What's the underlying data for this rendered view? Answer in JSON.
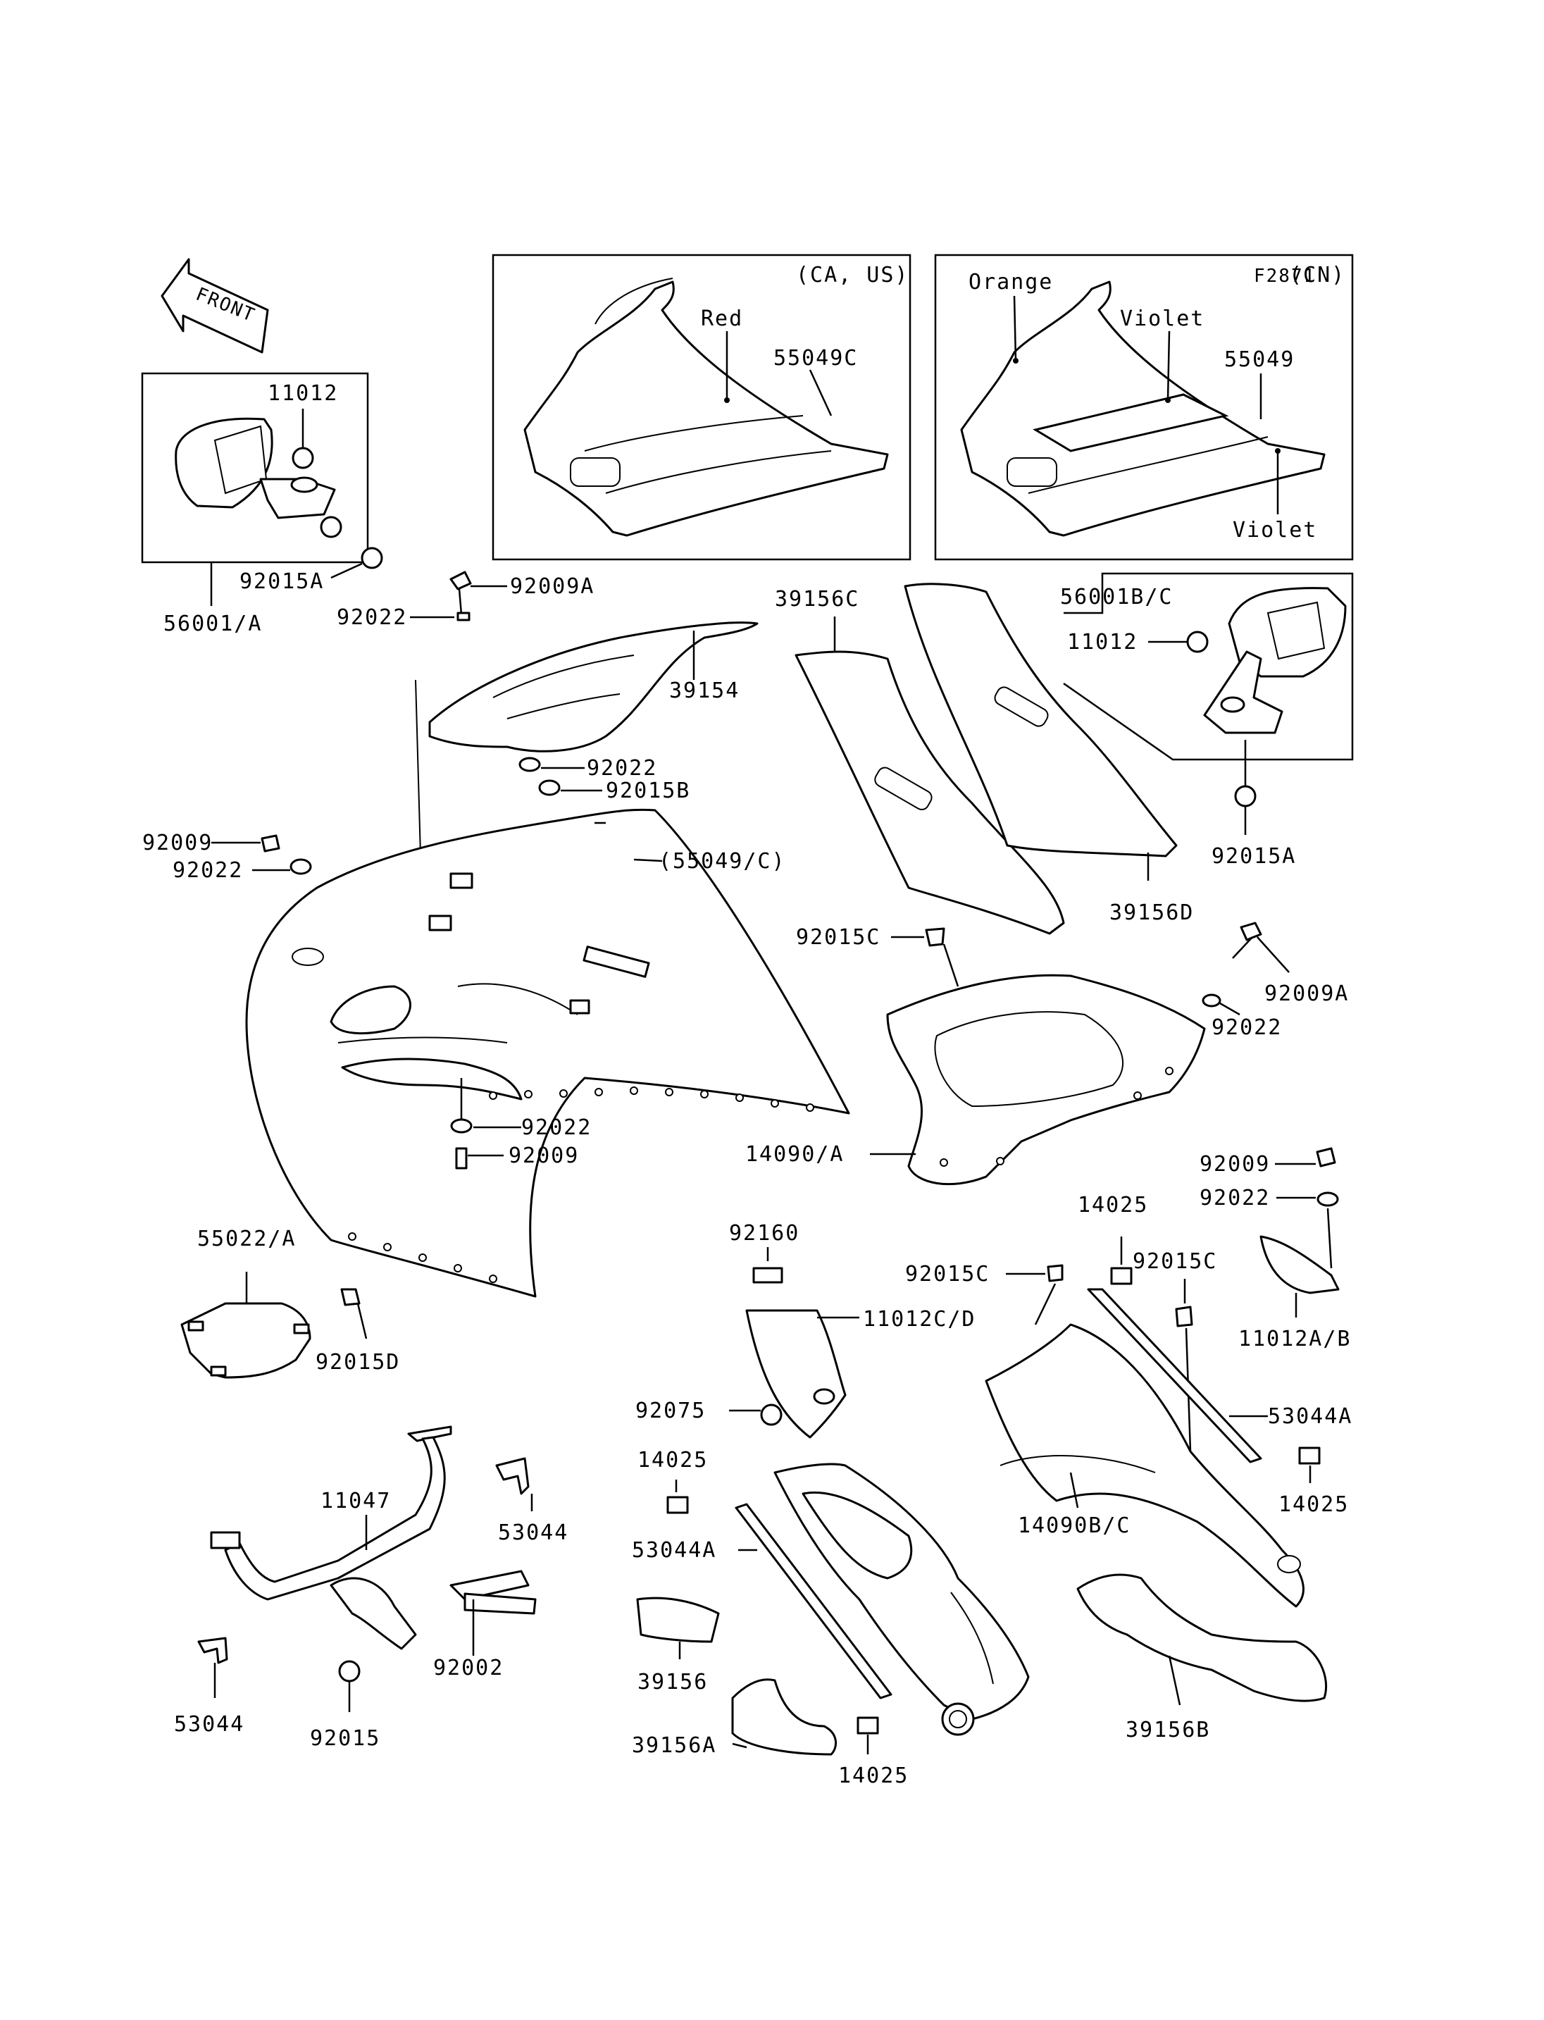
{
  "figure_id": "F2871",
  "front_label": "FRONT",
  "inset_ca_us": {
    "region": "(CA, US)",
    "color": "Red",
    "part": "55049C"
  },
  "inset_cn": {
    "region": "(CN)",
    "color_top": "Orange",
    "color_mid": "Violet",
    "color_bottom": "Violet",
    "part": "55049"
  },
  "labels": {
    "p11012_mirror_l": "11012",
    "p92015A_l": "92015A",
    "p56001A": "56001/A",
    "p92009A_top": "92009A",
    "p92022_top": "92022",
    "p39154": "39154",
    "p92022_mid": "92022",
    "p92015B": "92015B",
    "p92009_left": "92009",
    "p92022_left": "92022",
    "p55049C_ref": "(55049/C)",
    "p92022_low": "92022",
    "p92009_low": "92009",
    "p39156C": "39156C",
    "p39156D": "39156D",
    "p56001BC": "56001B/C",
    "p11012_mirror_r": "11012",
    "p92015A_r": "92015A",
    "p92015C_inner": "92015C",
    "p92009A_r": "92009A",
    "p92022_r": "92022",
    "p14090A": "14090/A",
    "p55022A": "55022/A",
    "p92015D": "92015D",
    "p92160": "92160",
    "p11012CD": "11012C/D",
    "p92015C_a": "92015C",
    "p14025_top": "14025",
    "p92015C_b": "92015C",
    "p92009_r": "92009",
    "p92022_r2": "92022",
    "p11012AB": "11012A/B",
    "p92075": "92075",
    "p53044A_r": "53044A",
    "p14025_left": "14025",
    "p14090BC": "14090B/C",
    "p14025_right": "14025",
    "p53044A_l": "53044A",
    "p39156": "39156",
    "p39156A": "39156A",
    "p14025_bottom": "14025",
    "p39156B": "39156B",
    "p11047": "11047",
    "p53044_top": "53044",
    "p92002": "92002",
    "p53044_bottom": "53044",
    "p92015": "92015"
  }
}
